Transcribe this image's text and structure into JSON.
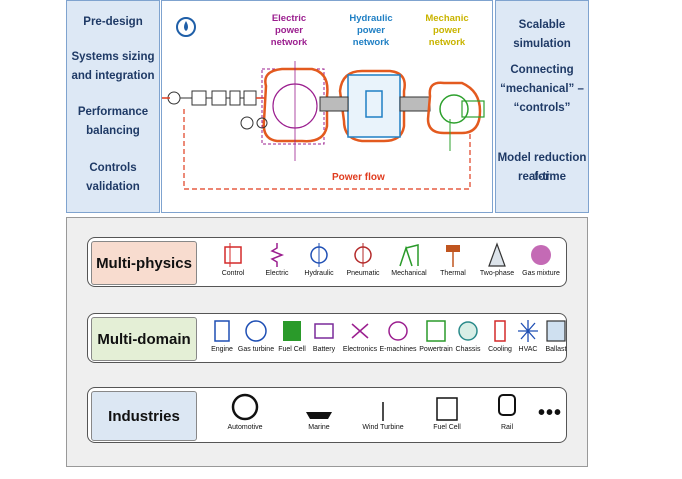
{
  "left_panel": {
    "items": [
      "Pre-design",
      "Systems sizing",
      "and integration",
      "Performance",
      "balancing",
      "Controls",
      "validation"
    ]
  },
  "center_panel": {
    "electric_label": [
      "Electric",
      "power",
      "network"
    ],
    "hydraulic_label": [
      "Hydraulic",
      "power",
      "network"
    ],
    "mechanic_label": [
      "Mechanic",
      "power",
      "network"
    ],
    "power_flow": "Power flow",
    "colors": {
      "electric": "#9b1f8f",
      "hydraulic": "#1f7fc4",
      "mechanic": "#c9b400",
      "flow": "#e03c1f"
    }
  },
  "right_panel": {
    "items": [
      "Scalable simulation",
      "Connecting",
      "“mechanical” –",
      "“controls”",
      "Model reduction for",
      "real-time"
    ]
  },
  "rows": [
    {
      "label": "Multi-physics",
      "color": "#f8dccf",
      "items": [
        {
          "label": "Control",
          "icon": "control-icon"
        },
        {
          "label": "Electric",
          "icon": "electric-icon"
        },
        {
          "label": "Hydraulic",
          "icon": "hydraulic-icon"
        },
        {
          "label": "Pneumatic",
          "icon": "pneumatic-icon"
        },
        {
          "label": "Mechanical",
          "icon": "mechanical-icon"
        },
        {
          "label": "Thermal",
          "icon": "thermal-icon"
        },
        {
          "label": "Two-phase",
          "icon": "two-phase-icon"
        },
        {
          "label": "Gas mixture",
          "icon": "gas-mixture-icon"
        }
      ]
    },
    {
      "label": "Multi-domain",
      "color": "#e4efd6",
      "items": [
        {
          "label": "Engine",
          "icon": "engine-icon"
        },
        {
          "label": "Gas turbine",
          "icon": "gas-turbine-icon"
        },
        {
          "label": "Fuel Cell",
          "icon": "fuel-cell-icon"
        },
        {
          "label": "Battery",
          "icon": "battery-icon"
        },
        {
          "label": "Electronics",
          "icon": "electronics-icon"
        },
        {
          "label": "E-machines",
          "icon": "e-machines-icon"
        },
        {
          "label": "Powertrain",
          "icon": "powertrain-icon"
        },
        {
          "label": "Chassis",
          "icon": "chassis-icon"
        },
        {
          "label": "Cooling",
          "icon": "cooling-icon"
        },
        {
          "label": "HVAC",
          "icon": "hvac-icon"
        },
        {
          "label": "Ballast",
          "icon": "ballast-icon"
        }
      ]
    },
    {
      "label": "Industries",
      "color": "#dce7f3",
      "items": [
        {
          "label": "Automotive",
          "icon": "automotive-icon"
        },
        {
          "label": "Marine",
          "icon": "marine-icon"
        },
        {
          "label": "Wind Turbine",
          "icon": "wind-turbine-icon"
        },
        {
          "label": "Fuel Cell",
          "icon": "fuel-cell-icon"
        },
        {
          "label": "Rail",
          "icon": "rail-icon"
        }
      ],
      "ellipsis": "•••"
    }
  ]
}
